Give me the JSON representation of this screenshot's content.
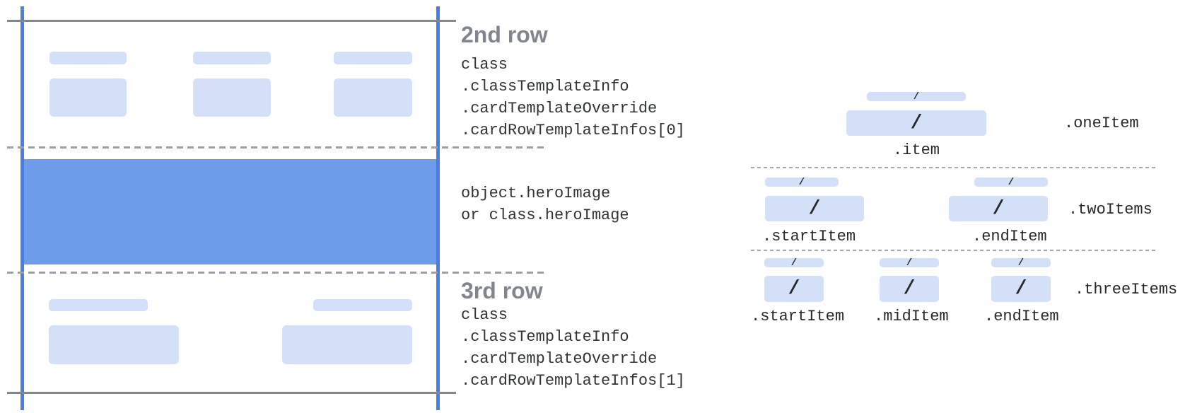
{
  "colors": {
    "hero_blue": "#6d9cea",
    "guide_blue": "#4a7ee6",
    "placeholder_blue": "#d3e0f8",
    "line_gray": "#84888c",
    "dash_gray": "#9aa0a6",
    "heading_gray": "#80868b",
    "code_text": "#303437"
  },
  "glyphs": {
    "slash": "/"
  },
  "left_card": {
    "row2": {
      "heading": "2nd row",
      "code_lines": [
        "class",
        ".classTemplateInfo",
        ".cardTemplateOverride",
        ".cardRowTemplateInfos[0]"
      ]
    },
    "hero": {
      "code_lines": [
        "object.heroImage",
        "or class.heroImage"
      ]
    },
    "row3": {
      "heading": "3rd row",
      "code_lines": [
        "class",
        ".classTemplateInfo",
        ".cardTemplateOverride",
        ".cardRowTemplateInfos[1]"
      ]
    }
  },
  "right_panel": {
    "rows": [
      {
        "row_label": ".oneItem",
        "item_labels": [
          ".item"
        ]
      },
      {
        "row_label": ".twoItems",
        "item_labels": [
          ".startItem",
          ".endItem"
        ]
      },
      {
        "row_label": ".threeItems",
        "item_labels": [
          ".startItem",
          ".midItem",
          ".endItem"
        ]
      }
    ]
  }
}
